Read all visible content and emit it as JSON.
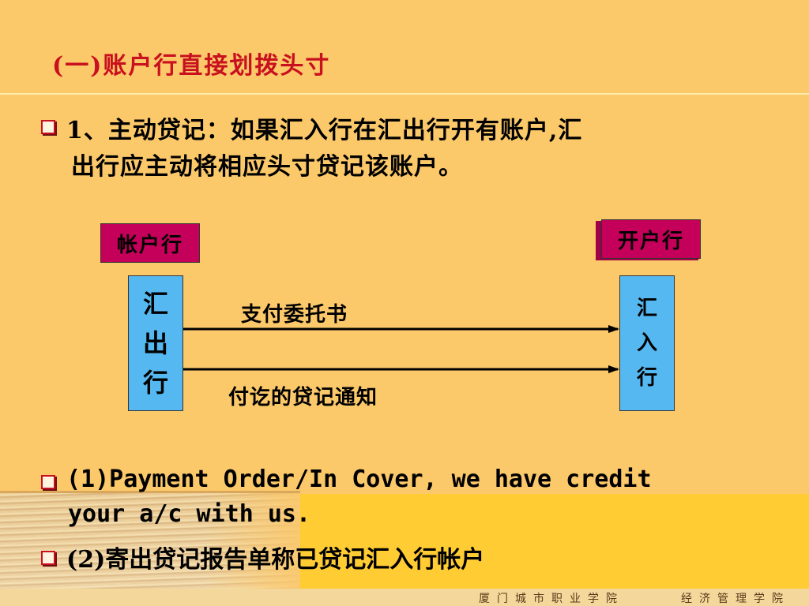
{
  "slide": {
    "title": "(一)账户行直接划拨头寸",
    "bullet1": {
      "line1": "1、主动贷记：如果汇入行在汇出行开有账户,汇",
      "line2": "出行应主动将相应头寸贷记该账户。"
    },
    "diagram": {
      "label_left": "帐户行",
      "label_right": "开户行",
      "bank_left": [
        "汇",
        "出",
        "行"
      ],
      "bank_right": [
        "汇",
        "入",
        "行"
      ],
      "arrow1_label": "支付委托书",
      "arrow2_label": "付讫的贷记通知"
    },
    "bullet2": {
      "line1": "(1)Payment Order/In Cover,  we have credit",
      "line2": "your a/c with us."
    },
    "bullet3": "(2)寄出贷记报告单称已贷记汇入行帐户"
  },
  "footer": {
    "left": "厦门城市职业学院",
    "right": "经济管理学院"
  },
  "colors": {
    "background": "#FBC86A",
    "title": "#C8101E",
    "label_box": "#C4005A",
    "bank_box": "#56B8F0"
  }
}
